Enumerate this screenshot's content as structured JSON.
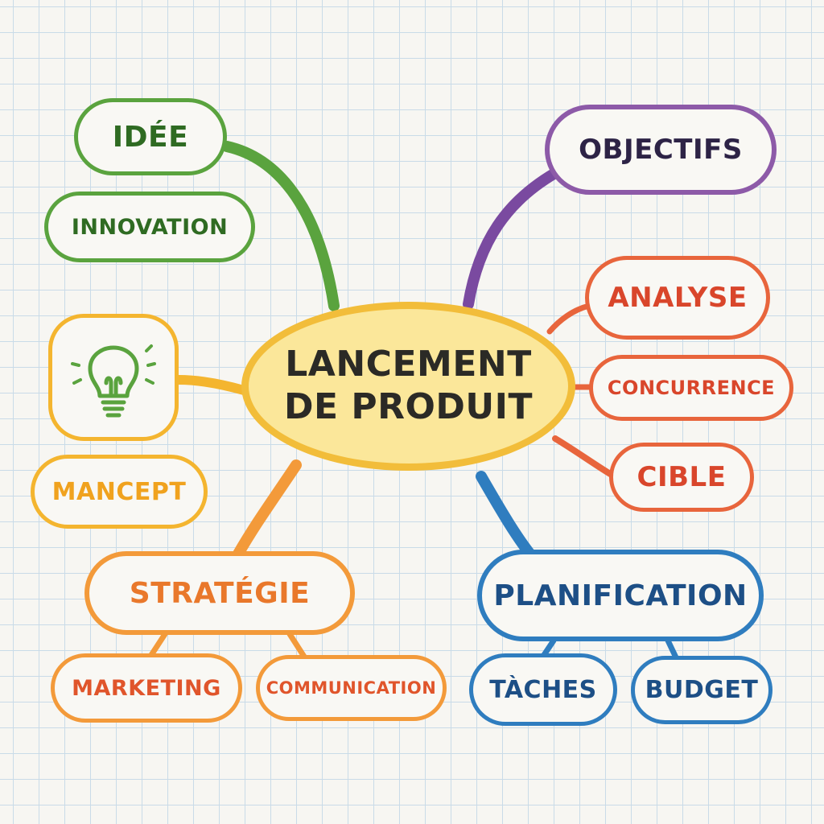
{
  "center": {
    "line1": "LANCEMENT",
    "line2": "DE PRODUIT"
  },
  "branches": {
    "idee": "IDÉE",
    "innovation": "INNOVATION",
    "mancept": "MANCEPT",
    "strategie": "STRATÉGIE",
    "marketing": "MARKETING",
    "communication": "COMMUNICATION",
    "objectifs": "OBJECTIFS",
    "analyse": "ANALYSE",
    "concurrence": "CONCURRENCE",
    "cible": "CIBLE",
    "planification": "PLANIFICATION",
    "taches": "TÀCHES",
    "budget": "BUDGET"
  },
  "icons": {
    "bulb": "lightbulb-icon"
  },
  "colors": {
    "green": "#5aa33e",
    "purple": "#8d5aa8",
    "red": "#e8653c",
    "orange": "#f39a3a",
    "blue": "#2f7dbf",
    "yellow": "#f4b52f",
    "center_fill": "#fbe79a"
  }
}
